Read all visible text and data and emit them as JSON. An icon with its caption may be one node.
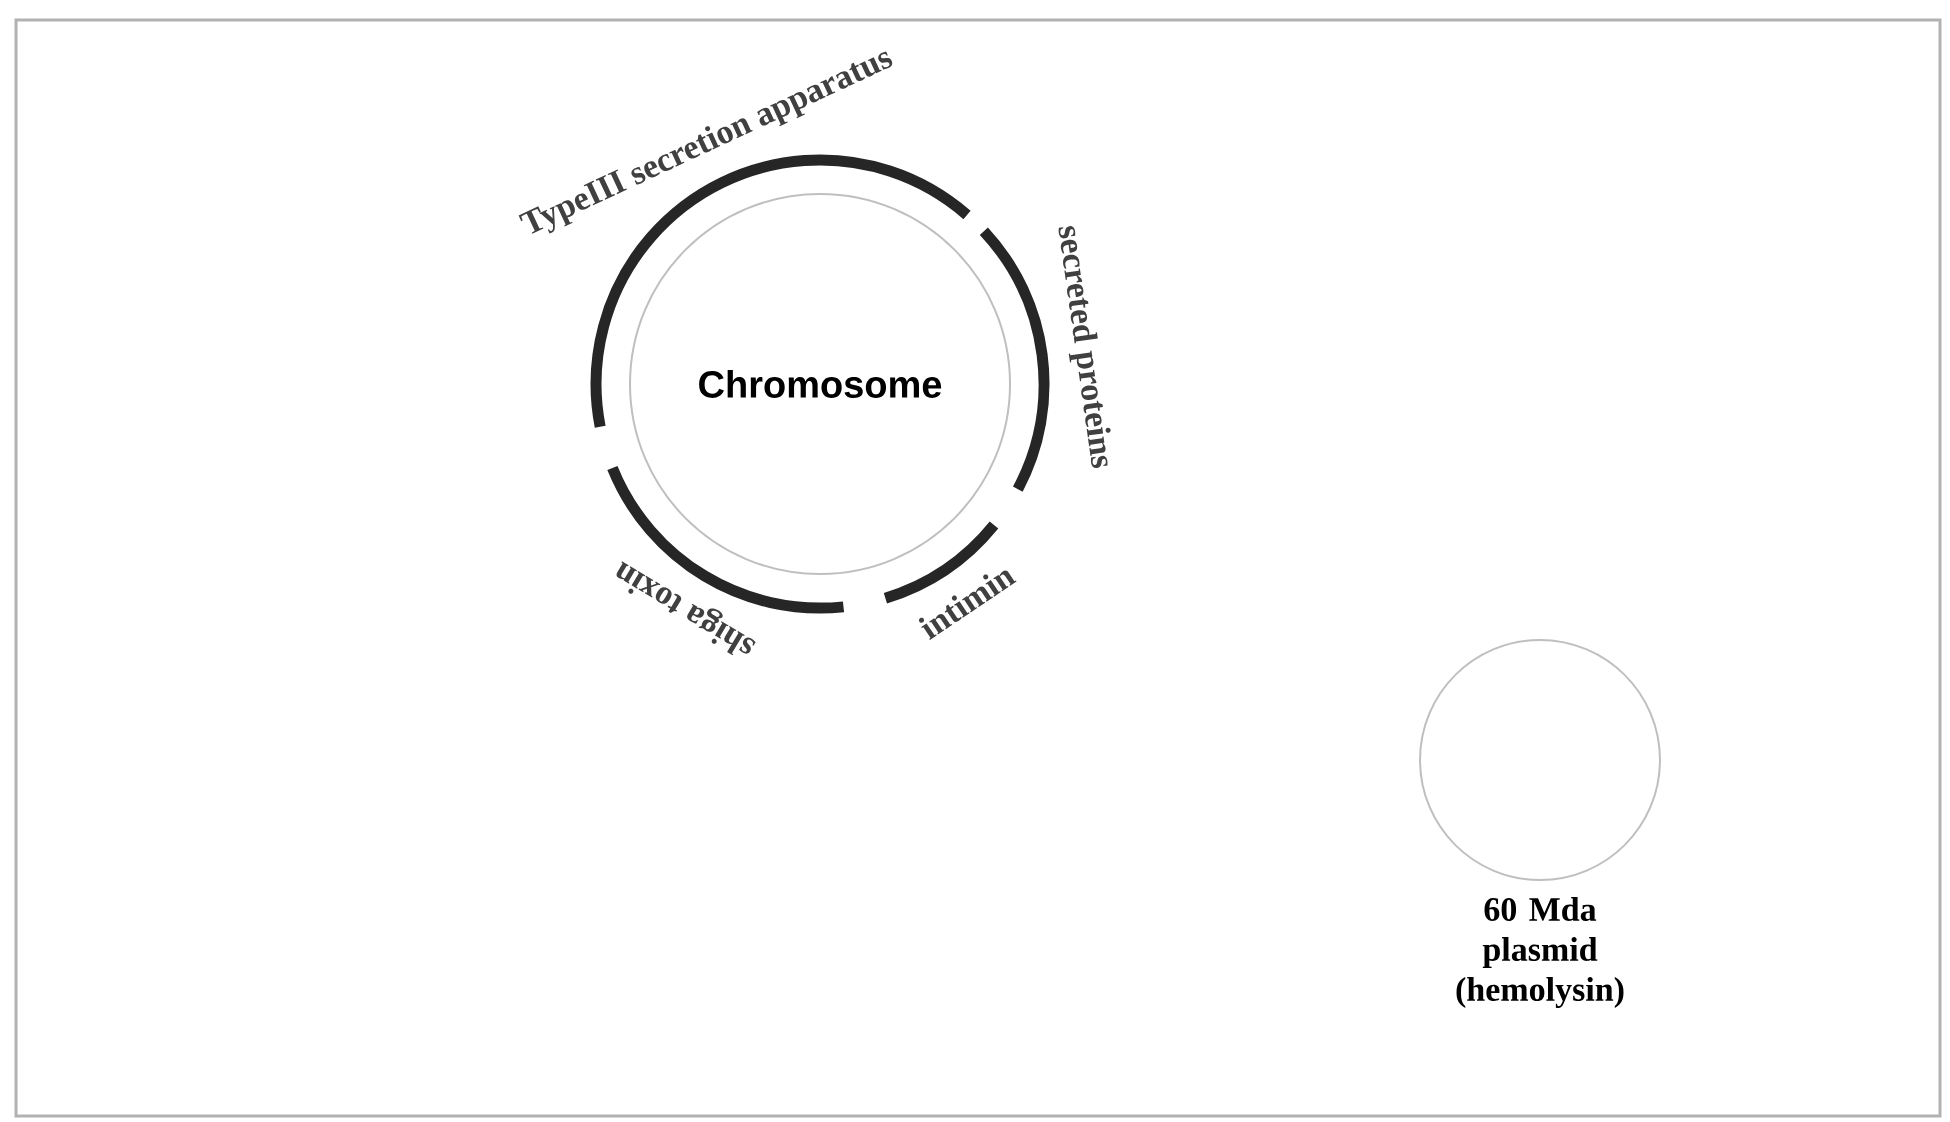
{
  "diagram": {
    "nodes": [
      {
        "text": [
          "Chromosome"
        ]
      },
      {
        "text": [],
        "shape": "circle",
        "beside": [
          "60 Mda plasmid (hemolysin)"
        ]
      }
    ],
    "labels": [
      "TypeIII secretion apparatus",
      "secreted proteins",
      "intimin",
      "shiga toxin"
    ]
  }
}
